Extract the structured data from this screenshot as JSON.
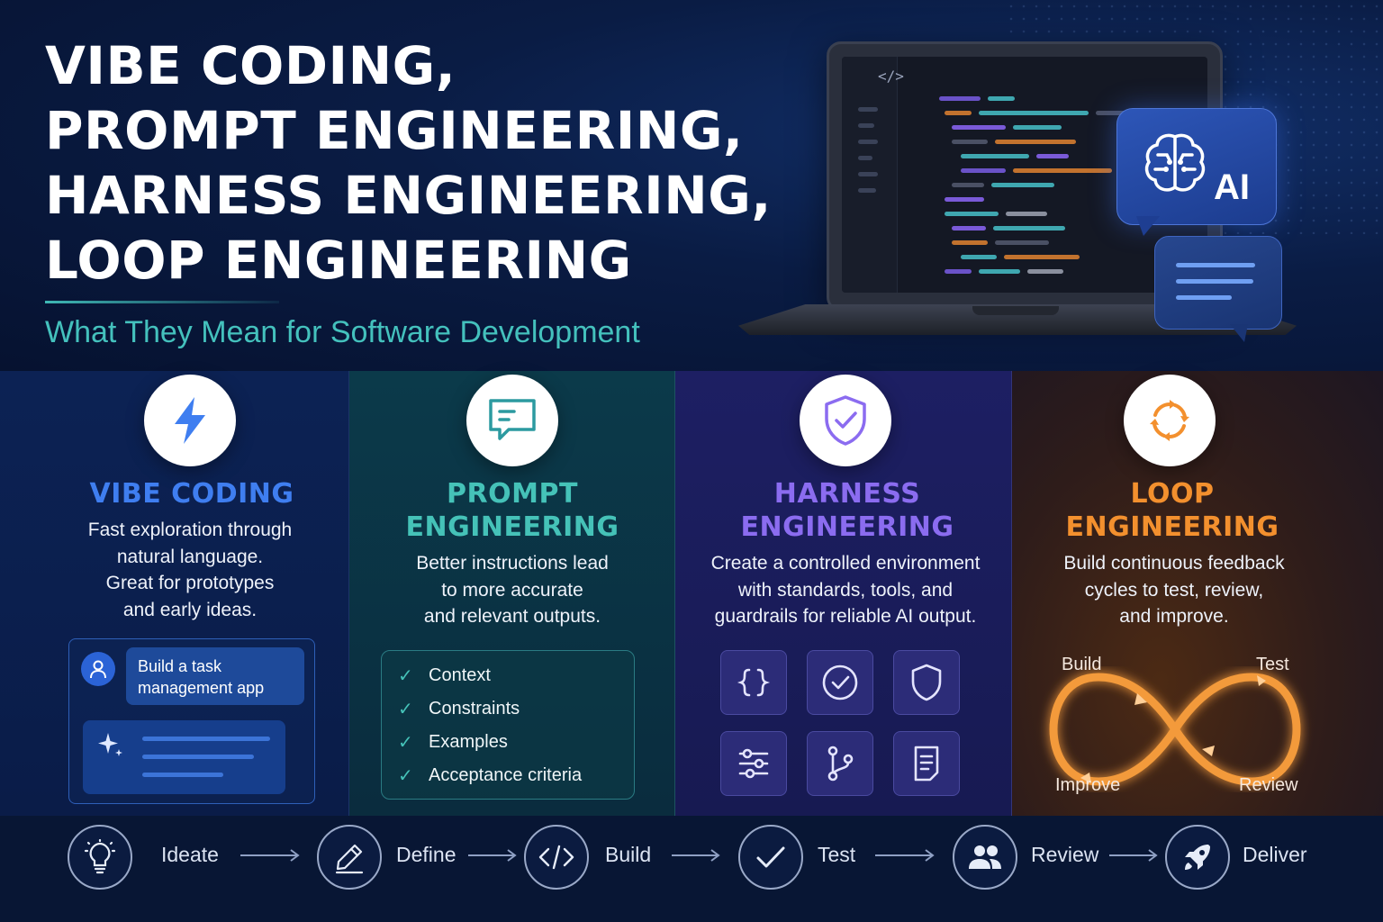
{
  "header": {
    "title_lines": [
      "VIBE CODING,",
      "PROMPT ENGINEERING,",
      "HARNESS ENGINEERING,",
      "LOOP ENGINEERING"
    ],
    "subtitle": "What They Mean for Software Development"
  },
  "illustration": {
    "code_glyph": "</>",
    "ai_badge": "AI"
  },
  "colors": {
    "vibe": "#3f7ef0",
    "prompt": "#45c2b8",
    "harness": "#8b6cf0",
    "loop": "#f3902e"
  },
  "columns": [
    {
      "icon": "lightning-icon",
      "title_lines": [
        "VIBE CODING"
      ],
      "desc_lines": [
        "Fast exploration through",
        "natural language.",
        "Great for prototypes",
        "and early ideas."
      ]
    },
    {
      "icon": "chat-icon",
      "title_lines": [
        "PROMPT",
        "ENGINEERING"
      ],
      "desc_lines": [
        "Better instructions lead",
        "to more accurate",
        "and relevant outputs."
      ]
    },
    {
      "icon": "shield-check-icon",
      "title_lines": [
        "HARNESS",
        "ENGINEERING"
      ],
      "desc_lines": [
        "Create a controlled environment",
        "with standards, tools, and",
        "guardrails for reliable AI output."
      ]
    },
    {
      "icon": "refresh-cycle-icon",
      "title_lines": [
        "LOOP",
        "ENGINEERING"
      ],
      "desc_lines": [
        "Build continuous feedback",
        "cycles to test, review,",
        "and improve."
      ]
    }
  ],
  "vibe_example": {
    "user_message_lines": [
      "Build a task",
      "management app"
    ]
  },
  "prompt_checklist": [
    "Context",
    "Constraints",
    "Examples",
    "Acceptance criteria"
  ],
  "harness_tiles": [
    "braces-icon",
    "check-circle-icon",
    "shield-icon",
    "sliders-icon",
    "git-branch-icon",
    "document-icon"
  ],
  "loop_labels": {
    "build": "Build",
    "test": "Test",
    "improve": "Improve",
    "review": "Review"
  },
  "flow": [
    {
      "label": "Ideate",
      "icon": "lightbulb-icon"
    },
    {
      "label": "Define",
      "icon": "pencil-icon"
    },
    {
      "label": "Build",
      "icon": "code-icon"
    },
    {
      "label": "Test",
      "icon": "check-icon"
    },
    {
      "label": "Review",
      "icon": "users-icon"
    },
    {
      "label": "Deliver",
      "icon": "rocket-icon"
    }
  ]
}
